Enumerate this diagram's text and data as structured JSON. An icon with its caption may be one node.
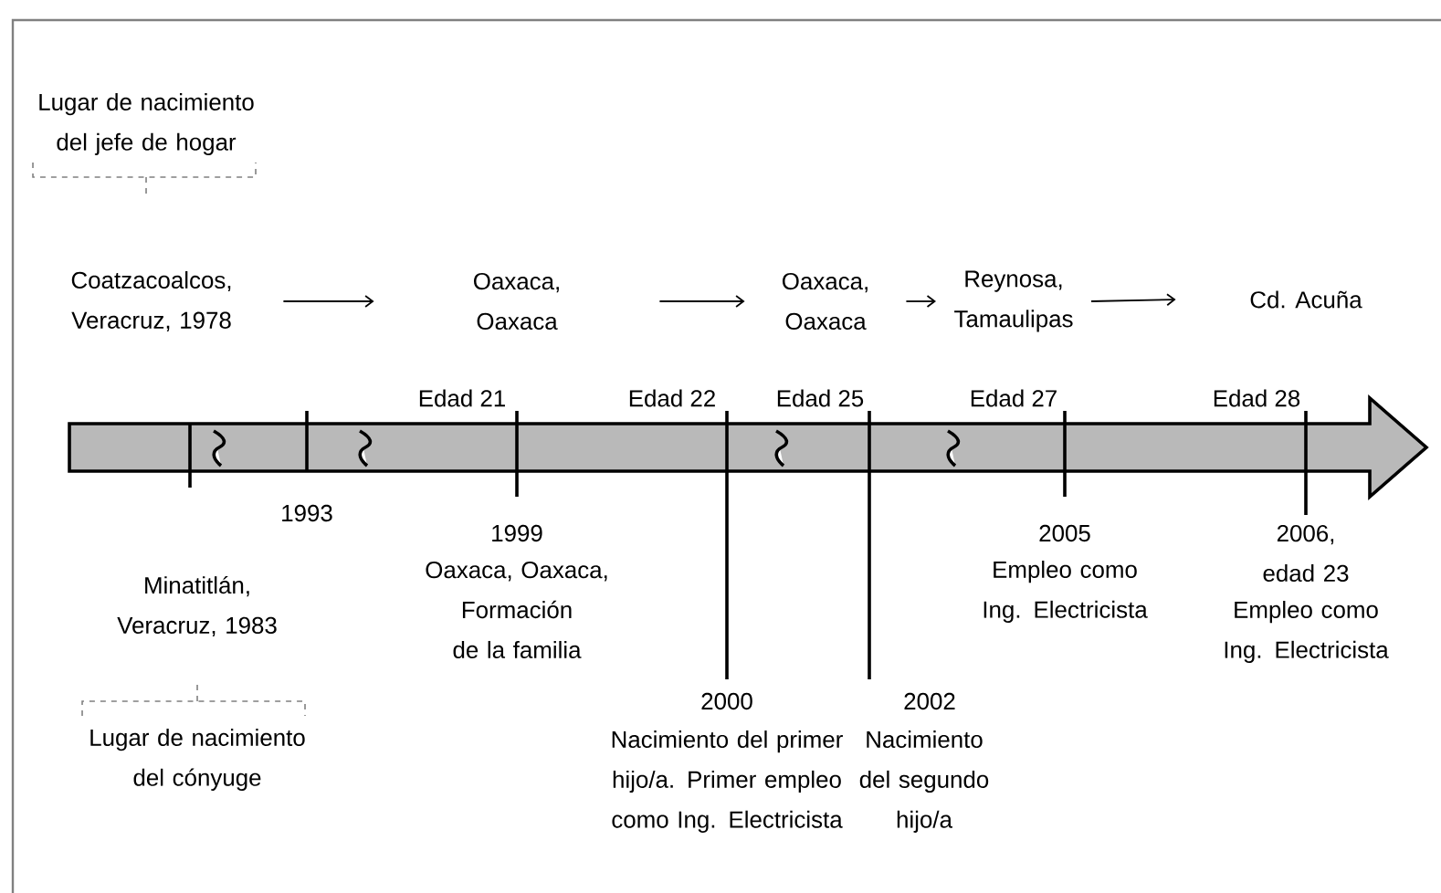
{
  "diagram": {
    "nodes": [
      {
        "text": [
          "Coatzacoalcos, Veracruz, 1978"
        ]
      },
      {
        "text": [
          "Oaxaca, Oaxaca"
        ]
      },
      {
        "text": [
          "Oaxaca, Oaxaca"
        ]
      },
      {
        "text": [
          "Reynosa, Tamaulipas"
        ]
      },
      {
        "text": [
          "Cd. Acuña"
        ]
      }
    ],
    "edges": [
      {
        "from": 0,
        "to": 1,
        "arrow": "to"
      },
      {
        "from": 1,
        "to": 2,
        "arrow": "to"
      },
      {
        "from": 2,
        "to": 3,
        "arrow": "to"
      },
      {
        "from": 3,
        "to": 4,
        "arrow": "to"
      }
    ],
    "labels": [
      "Lugar de nacimiento del jefe de hogar",
      "Edad 21",
      "Edad 22",
      "Edad 25",
      "Edad 27",
      "Edad 28",
      "1993",
      "1999",
      "Oaxaca, Oaxaca, Formación de la familia",
      "2005",
      "Empleo como Ing. Electricista",
      "2006, edad 23",
      "Empleo como Ing. Electricista",
      "Minatitlán, Veracruz, 1983",
      "2000",
      "Nacimiento del primer hijo/a. Primer empleo como Ing. Electricista",
      "2002",
      "Nacimiento del segundo hijo/a",
      "Lugar de nacimiento del cónyuge"
    ]
  }
}
